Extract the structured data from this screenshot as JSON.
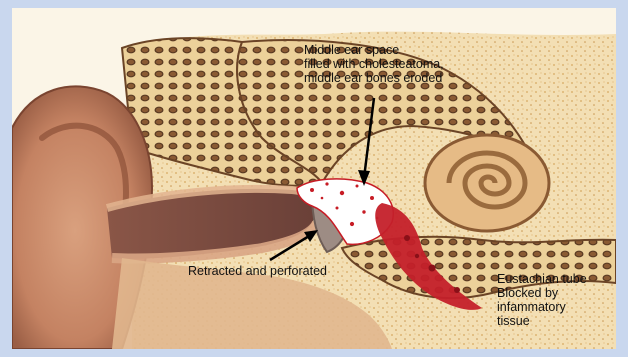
{
  "labels": {
    "middle_ear": "Middle ear space\nfilled with cholesteatoma,\nmiddle ear bones eroded",
    "eardrum": "Retracted and perforated",
    "eustachian": "Eustachian tube\nBlocked by\ninfammatory\ntissue"
  },
  "colors": {
    "frame": "#c9d7ee",
    "background": "#fbf5e7",
    "bone": "#e8c98e",
    "bone_dark": "#b98a4a",
    "skin": "#d9a98a",
    "skin_dark": "#a56b54",
    "canal": "#7a4e42",
    "inflammation": "#c4202a",
    "cholesteatoma": "#ffffff"
  }
}
